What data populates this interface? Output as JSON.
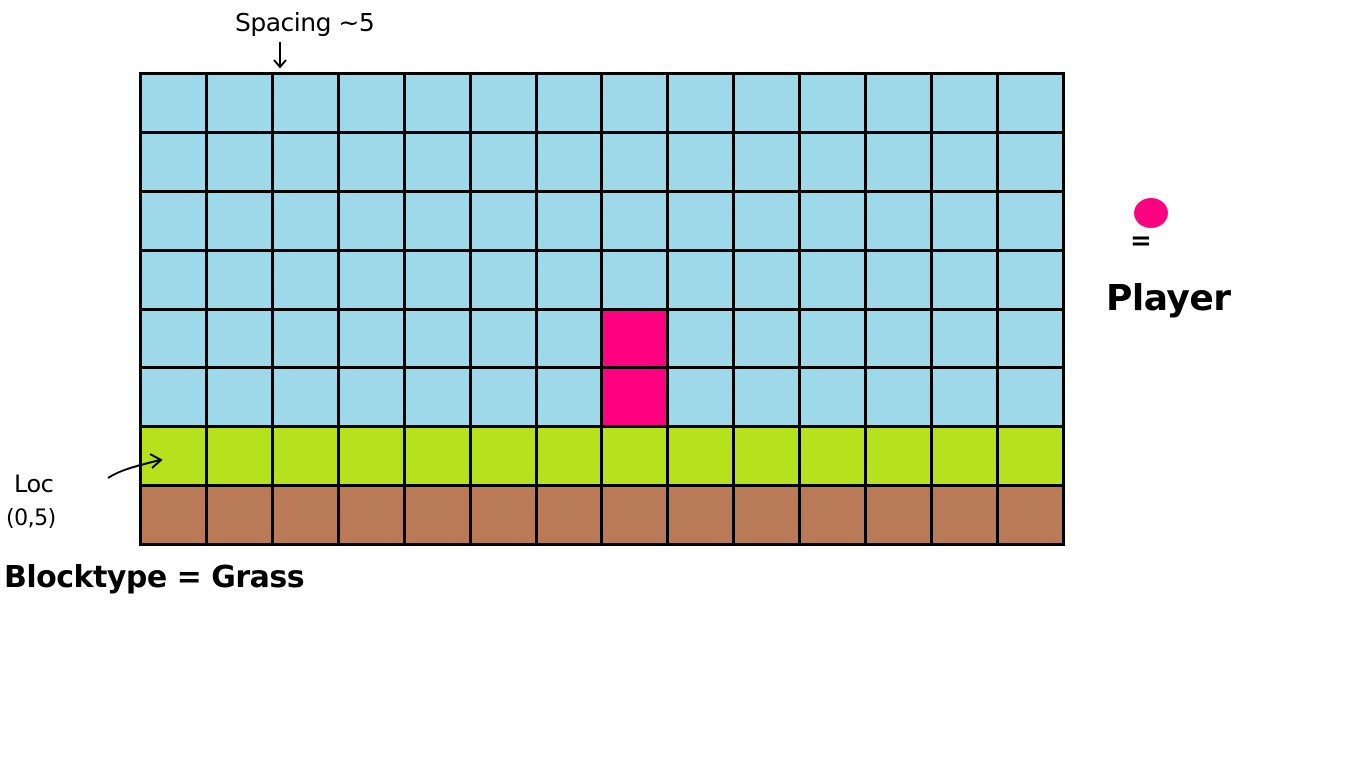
{
  "annotations": {
    "spacing": "Spacing ~5",
    "loc_label": "Loc",
    "loc_coords": "(0,5)",
    "blocktype": "Blocktype = Grass"
  },
  "legend": {
    "equals": "=",
    "player_label": "Player"
  },
  "colors": {
    "sky": "#9ed9ea",
    "player": "#ff0080",
    "grass": "#b5e21c",
    "dirt": "#b97a57",
    "border": "#000000"
  },
  "grid": {
    "columns": 14,
    "rows": [
      [
        "sky",
        "sky",
        "sky",
        "sky",
        "sky",
        "sky",
        "sky",
        "sky",
        "sky",
        "sky",
        "sky",
        "sky",
        "sky",
        "sky"
      ],
      [
        "sky",
        "sky",
        "sky",
        "sky",
        "sky",
        "sky",
        "sky",
        "sky",
        "sky",
        "sky",
        "sky",
        "sky",
        "sky",
        "sky"
      ],
      [
        "sky",
        "sky",
        "sky",
        "sky",
        "sky",
        "sky",
        "sky",
        "sky",
        "sky",
        "sky",
        "sky",
        "sky",
        "sky",
        "sky"
      ],
      [
        "sky",
        "sky",
        "sky",
        "sky",
        "sky",
        "sky",
        "sky",
        "sky",
        "sky",
        "sky",
        "sky",
        "sky",
        "sky",
        "sky"
      ],
      [
        "sky",
        "sky",
        "sky",
        "sky",
        "sky",
        "sky",
        "sky",
        "player",
        "sky",
        "sky",
        "sky",
        "sky",
        "sky",
        "sky"
      ],
      [
        "sky",
        "sky",
        "sky",
        "sky",
        "sky",
        "sky",
        "sky",
        "player",
        "sky",
        "sky",
        "sky",
        "sky",
        "sky",
        "sky"
      ],
      [
        "grass",
        "grass",
        "grass",
        "grass",
        "grass",
        "grass",
        "grass",
        "grass",
        "grass",
        "grass",
        "grass",
        "grass",
        "grass",
        "grass"
      ],
      [
        "dirt",
        "dirt",
        "dirt",
        "dirt",
        "dirt",
        "dirt",
        "dirt",
        "dirt",
        "dirt",
        "dirt",
        "dirt",
        "dirt",
        "dirt",
        "dirt"
      ]
    ]
  }
}
